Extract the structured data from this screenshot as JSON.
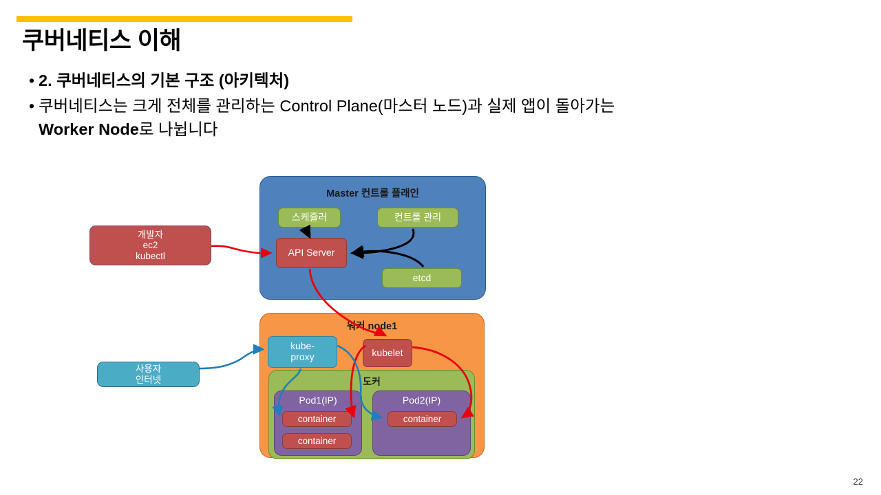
{
  "slide": {
    "title": "쿠버네티스 이해",
    "accent_color": "#FFC000",
    "number": "22",
    "bullets": [
      {
        "marker": "•",
        "text": "2. 쿠버네티스의 기본 구조 (아키텍처)",
        "bold": true
      },
      {
        "marker": "•",
        "text": "쿠버네티스는 크게 전체를 관리하는 Control Plane(마스터 노드)과 실제 앱이 돌아가는",
        "bold": false
      },
      {
        "marker": "",
        "text": "Worker Node로 나뉩니다",
        "bold": false,
        "lead_bold": "Worker Node",
        "rest": "로 나뉩니다"
      }
    ]
  },
  "diagram": {
    "master_plane": {
      "label": "Master 컨트롤 플래인",
      "color": "#4F81BD",
      "nodes": {
        "scheduler": {
          "label": "스케쥴러",
          "color": "#9BBB59"
        },
        "controller_manager": {
          "label": "컨트롤 관리",
          "color": "#9BBB59"
        },
        "api_server": {
          "label": "API Server",
          "color": "#C0504D"
        },
        "etcd": {
          "label": "etcd",
          "color": "#9BBB59"
        }
      }
    },
    "worker_node": {
      "label": "워커 node1",
      "color": "#F79646",
      "nodes": {
        "kube_proxy": {
          "label": "kube-\nproxy",
          "color": "#4BACC6"
        },
        "kubelet": {
          "label": "kubelet",
          "color": "#C0504D"
        }
      },
      "docker": {
        "label": "도커",
        "color": "#9BBB59",
        "pods": [
          {
            "label": "Pod1(IP)",
            "color": "#8064A2",
            "containers": [
              {
                "label": "container",
                "color": "#C0504D"
              },
              {
                "label": "container",
                "color": "#C0504D"
              }
            ]
          },
          {
            "label": "Pod2(IP)",
            "color": "#8064A2",
            "containers": [
              {
                "label": "container",
                "color": "#C0504D"
              }
            ]
          }
        ]
      }
    },
    "external": {
      "developer": {
        "label": "개발자\nec2\nkubectl",
        "color": "#C0504D"
      },
      "user": {
        "label": "사용자\n인터넷",
        "color": "#4BACC6"
      }
    },
    "arrow_colors": {
      "control": "#000000",
      "request": "#E8000B",
      "traffic": "#1F7EBD"
    }
  }
}
